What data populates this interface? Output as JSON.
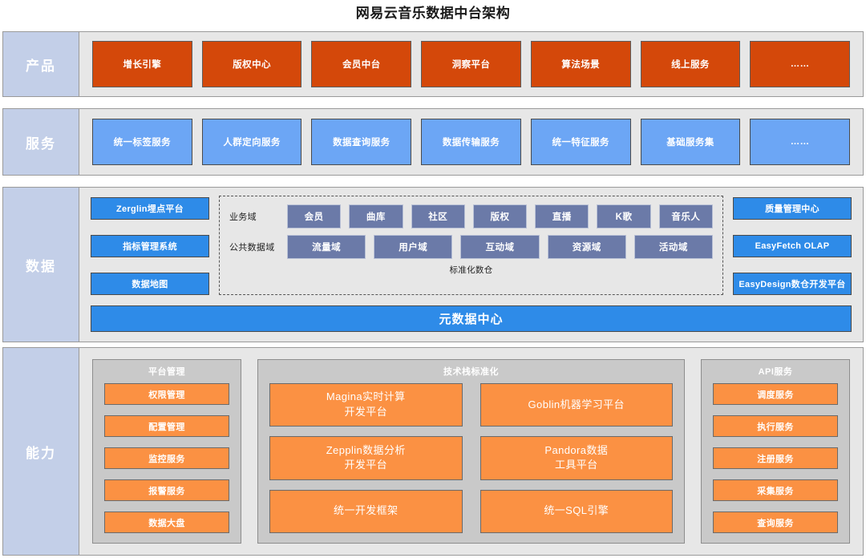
{
  "title": "网易云音乐数据中台架构",
  "colors": {
    "product_orange": "#d4480a",
    "service_blue": "#6ca6f5",
    "data_blue": "#2e8be8",
    "domain_purple": "#6b7aa8",
    "capability_orange": "#fb9143",
    "band_label_bg": "#c3cfe8",
    "band_bg": "#e7e7e7",
    "group_bg": "#c9c9c9"
  },
  "rows": {
    "product": {
      "label": "产品",
      "items": [
        "增长引擎",
        "版权中心",
        "会员中台",
        "洞察平台",
        "算法场景",
        "线上服务",
        "……"
      ]
    },
    "service": {
      "label": "服务",
      "items": [
        "统一标签服务",
        "人群定向服务",
        "数据查询服务",
        "数据传输服务",
        "统一特征服务",
        "基础服务集",
        "……"
      ]
    },
    "data": {
      "label": "数据",
      "left_column": [
        "Zerglin埋点平台",
        "指标管理系统",
        "数据地图"
      ],
      "right_column": [
        "质量管理中心",
        "EasyFetch OLAP",
        "EasyDesign数仓开发平台"
      ],
      "warehouse": {
        "caption": "标准化数仓",
        "business_domain": {
          "label": "业务域",
          "items": [
            "会员",
            "曲库",
            "社区",
            "版权",
            "直播",
            "K歌",
            "音乐人"
          ]
        },
        "public_domain": {
          "label": "公共数据域",
          "items": [
            "流量域",
            "用户域",
            "互动域",
            "资源域",
            "活动域"
          ]
        }
      },
      "metadata_bar": "元数据中心"
    },
    "capability": {
      "label": "能力",
      "groups": [
        {
          "title": "平台管理",
          "items": [
            "权限管理",
            "配置管理",
            "监控服务",
            "报警服务",
            "数据大盘"
          ]
        },
        {
          "title": "技术栈标准化",
          "items": [
            "Magina实时计算\n开发平台",
            "Goblin机器学习平台",
            "Zepplin数据分析\n开发平台",
            "Pandora数据\n工具平台",
            "统一开发框架",
            "统一SQL引擎"
          ]
        },
        {
          "title": "API服务",
          "items": [
            "调度服务",
            "执行服务",
            "注册服务",
            "采集服务",
            "查询服务"
          ]
        }
      ]
    }
  }
}
